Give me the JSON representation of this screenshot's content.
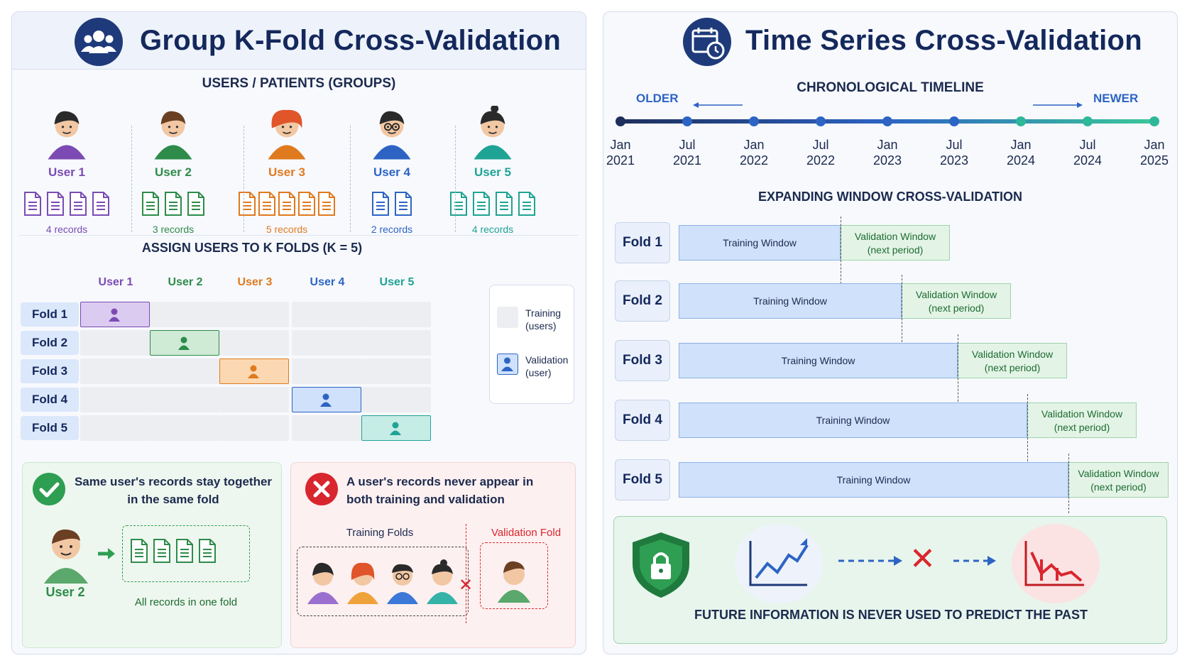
{
  "left": {
    "title": "Group K-Fold Cross-Validation",
    "title_icon": "users-group-icon",
    "groups_heading": "USERS / PATIENTS (GROUPS)",
    "users": [
      {
        "name": "User 1",
        "records": 4,
        "record_label": "4 records",
        "color": "#7b4bb3"
      },
      {
        "name": "User 2",
        "records": 3,
        "record_label": "3 records",
        "color": "#2e8b4a"
      },
      {
        "name": "User 3",
        "records": 5,
        "record_label": "5 records",
        "color": "#e07a1f"
      },
      {
        "name": "User 4",
        "records": 2,
        "record_label": "2 records",
        "color": "#2d64c4"
      },
      {
        "name": "User 5",
        "records": 4,
        "record_label": "4 records",
        "color": "#1fa394"
      }
    ],
    "assign_heading": "ASSIGN USERS TO K FOLDS (K = 5)",
    "grid_headers": [
      "User 1",
      "User 2",
      "User 3",
      "User 4",
      "User 5"
    ],
    "folds": [
      "Fold 1",
      "Fold 2",
      "Fold 3",
      "Fold 4",
      "Fold 5"
    ],
    "validation_cells": [
      0,
      1,
      2,
      3,
      4
    ],
    "legend": {
      "training": "Training",
      "training_sub": "(users)",
      "validation": "Validation",
      "validation_sub": "(user)"
    },
    "callout_together": {
      "title_line1": "Same user's records stay together",
      "title_line2": "in the same fold",
      "user": "User 2",
      "caption": "All records in one fold"
    },
    "callout_never": {
      "title_line1": "A user's records never appear in",
      "title_line2": "both training and validation",
      "training_label": "Training Folds",
      "validation_label": "Validation Fold"
    }
  },
  "right": {
    "title": "Time Series Cross-Validation",
    "title_icon": "calendar-clock-icon",
    "timeline_heading": "CHRONOLOGICAL TIMELINE",
    "older": "OLDER",
    "newer": "NEWER",
    "ticks": [
      {
        "m": "Jan",
        "y": "2021"
      },
      {
        "m": "Jul",
        "y": "2021"
      },
      {
        "m": "Jan",
        "y": "2022"
      },
      {
        "m": "Jul",
        "y": "2022"
      },
      {
        "m": "Jan",
        "y": "2023"
      },
      {
        "m": "Jul",
        "y": "2023"
      },
      {
        "m": "Jan",
        "y": "2024"
      },
      {
        "m": "Jul",
        "y": "2024"
      },
      {
        "m": "Jan",
        "y": "2025"
      }
    ],
    "expanding_heading": "EXPANDING WINDOW CROSS-VALIDATION",
    "folds": [
      {
        "label": "Fold 1",
        "train": "Training Window",
        "val1": "Validation Window",
        "val2": "(next period)"
      },
      {
        "label": "Fold 2",
        "train": "Training Window",
        "val1": "Validation Window",
        "val2": "(next period)"
      },
      {
        "label": "Fold 3",
        "train": "Training Window",
        "val1": "Validation Window",
        "val2": "(next period)"
      },
      {
        "label": "Fold 4",
        "train": "Training Window",
        "val1": "Validation Window",
        "val2": "(next period)"
      },
      {
        "label": "Fold 5",
        "train": "Training Window",
        "val1": "Validation Window",
        "val2": "(next period)"
      }
    ],
    "footer": "FUTURE INFORMATION IS NEVER USED TO PREDICT THE PAST"
  }
}
